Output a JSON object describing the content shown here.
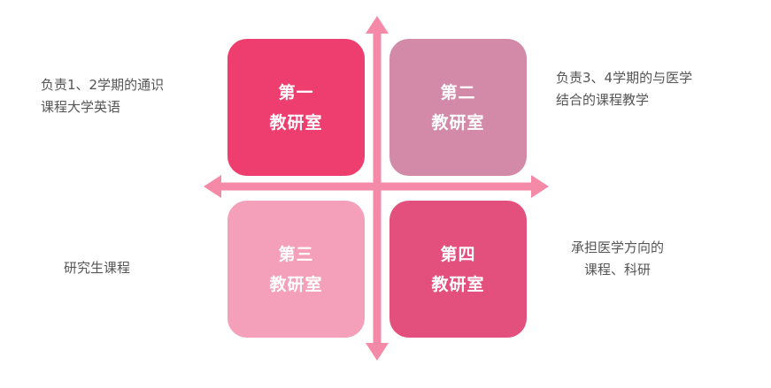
{
  "colors": {
    "arrow": "#f48aa8",
    "box1": "#ee3e6f",
    "box2": "#d28aa8",
    "box3": "#f5a0bb",
    "box4": "#e4507d",
    "text": "#555555"
  },
  "quadrants": [
    {
      "line1": "第一",
      "line2": "教研室",
      "desc": [
        "负责1、2学期的通识",
        "课程大学英语"
      ]
    },
    {
      "line1": "第二",
      "line2": "教研室",
      "desc": [
        "负责3、4学期的与医学",
        "结合的课程教学"
      ]
    },
    {
      "line1": "第三",
      "line2": "教研室",
      "desc": [
        "研究生课程"
      ]
    },
    {
      "line1": "第四",
      "line2": "教研室",
      "desc": [
        "承担医学方向的",
        "课程、科研"
      ]
    }
  ]
}
